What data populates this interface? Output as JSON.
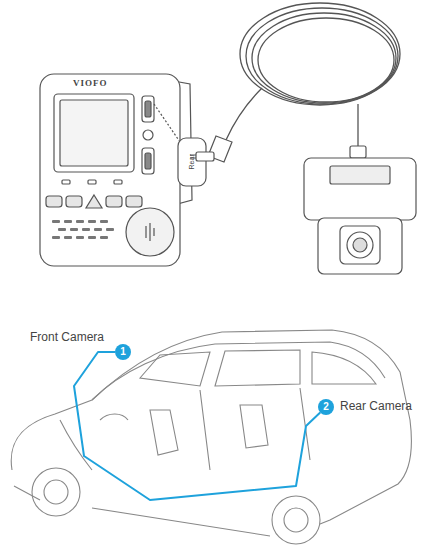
{
  "diagram": {
    "nodes": [
      {
        "text": [
          "1"
        ]
      },
      {
        "text": [
          "2"
        ]
      }
    ],
    "edges": [
      {
        "from": 0,
        "to": 1,
        "arrow": "none"
      }
    ],
    "labels": [
      "VIOFO",
      "Rear",
      "Front Camera",
      "Rear Camera"
    ]
  }
}
